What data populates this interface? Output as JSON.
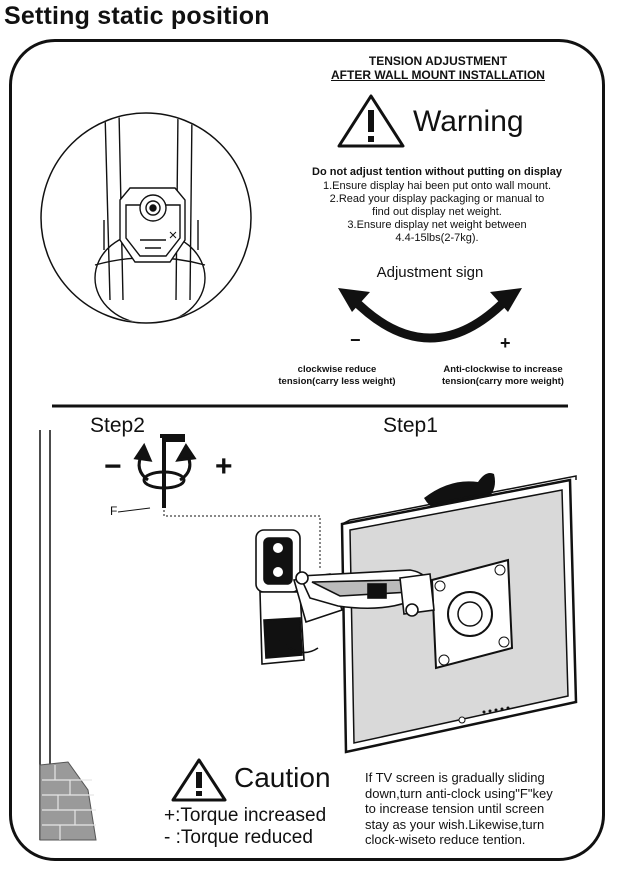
{
  "page_title": "Setting static position",
  "tension": {
    "line1": "TENSION ADJUSTMENT",
    "line2": "AFTER WALL MOUNT INSTALLATION"
  },
  "warning": {
    "title": "Warning",
    "bold_line": "Do not adjust tention without putting on display",
    "lines": [
      "1.Ensure display hai been put onto wall mount.",
      "2.Read your display packaging or manual to",
      "find out display net weight.",
      "3.Ensure display net weight between",
      "4.4-15lbs(2-7kg)."
    ]
  },
  "adjustment": {
    "title": "Adjustment sign",
    "minus": "−",
    "plus": "+",
    "clockwise_line1": "clockwise reduce",
    "clockwise_line2": "tension(carry less weight)",
    "anticlockwise_line1": "Anti-clockwise to increase",
    "anticlockwise_line2": "tension(carry more weight)"
  },
  "steps": {
    "step2": "Step2",
    "step1": "Step1",
    "minus": "−",
    "plus": "+",
    "f_label": "F"
  },
  "caution": {
    "title": "Caution",
    "torque_increased": "+:Torque increased",
    "torque_reduced": "- :Torque reduced",
    "paragraph_lines": [
      "If TV screen is gradually sliding",
      "down,turn anti-clock using\"F\"key",
      "to increase tension until screen",
      "stay as your wish.Likewise,turn",
      "clock-wiseto reduce tention."
    ]
  },
  "colors": {
    "ink": "#111111",
    "background": "#ffffff",
    "brick": "#9a9a9a"
  }
}
